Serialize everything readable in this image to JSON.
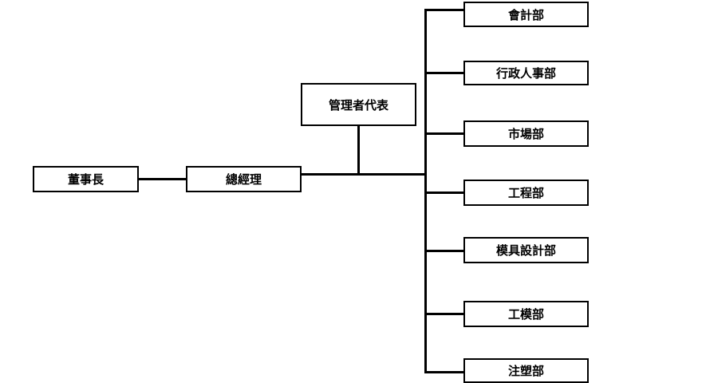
{
  "chairman": "董事長",
  "general_manager": "總經理",
  "management_rep": "管理者代表",
  "departments": [
    "會計部",
    "行政人事部",
    "市場部",
    "工程部",
    "模具設計部",
    "工模部",
    "注塑部"
  ]
}
